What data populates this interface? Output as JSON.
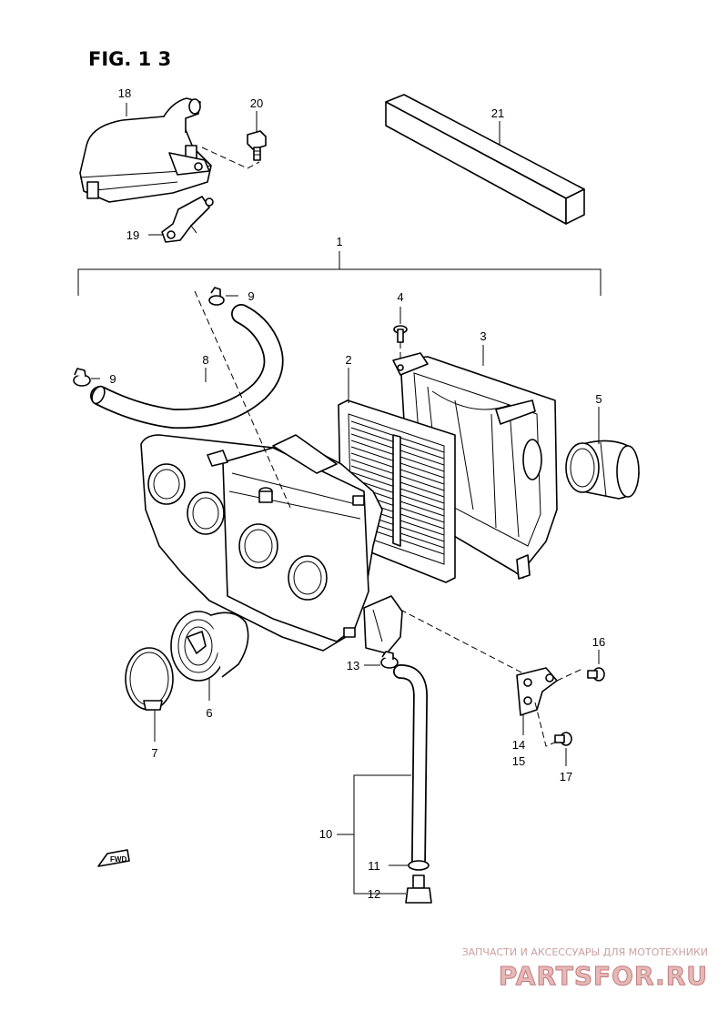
{
  "figure": {
    "title": "FIG. 1 3"
  },
  "callouts": {
    "p1": "1",
    "p2": "2",
    "p3": "3",
    "p4": "4",
    "p5": "5",
    "p6": "6",
    "p7": "7",
    "p8": "8",
    "p9a": "9",
    "p9b": "9",
    "p10": "10",
    "p11": "11",
    "p12": "12",
    "p13": "13",
    "p14": "14",
    "p15": "15",
    "p16": "16",
    "p17": "17",
    "p18": "18",
    "p19": "19",
    "p20": "20",
    "p21": "21"
  },
  "direction_marker": {
    "text": "FWD"
  },
  "watermark": {
    "tagline": "ЗАПЧАСТИ И АКСЕССУАРЫ ДЛЯ МОТОТЕХНИКИ",
    "logo": "PARTSFOR.RU"
  }
}
